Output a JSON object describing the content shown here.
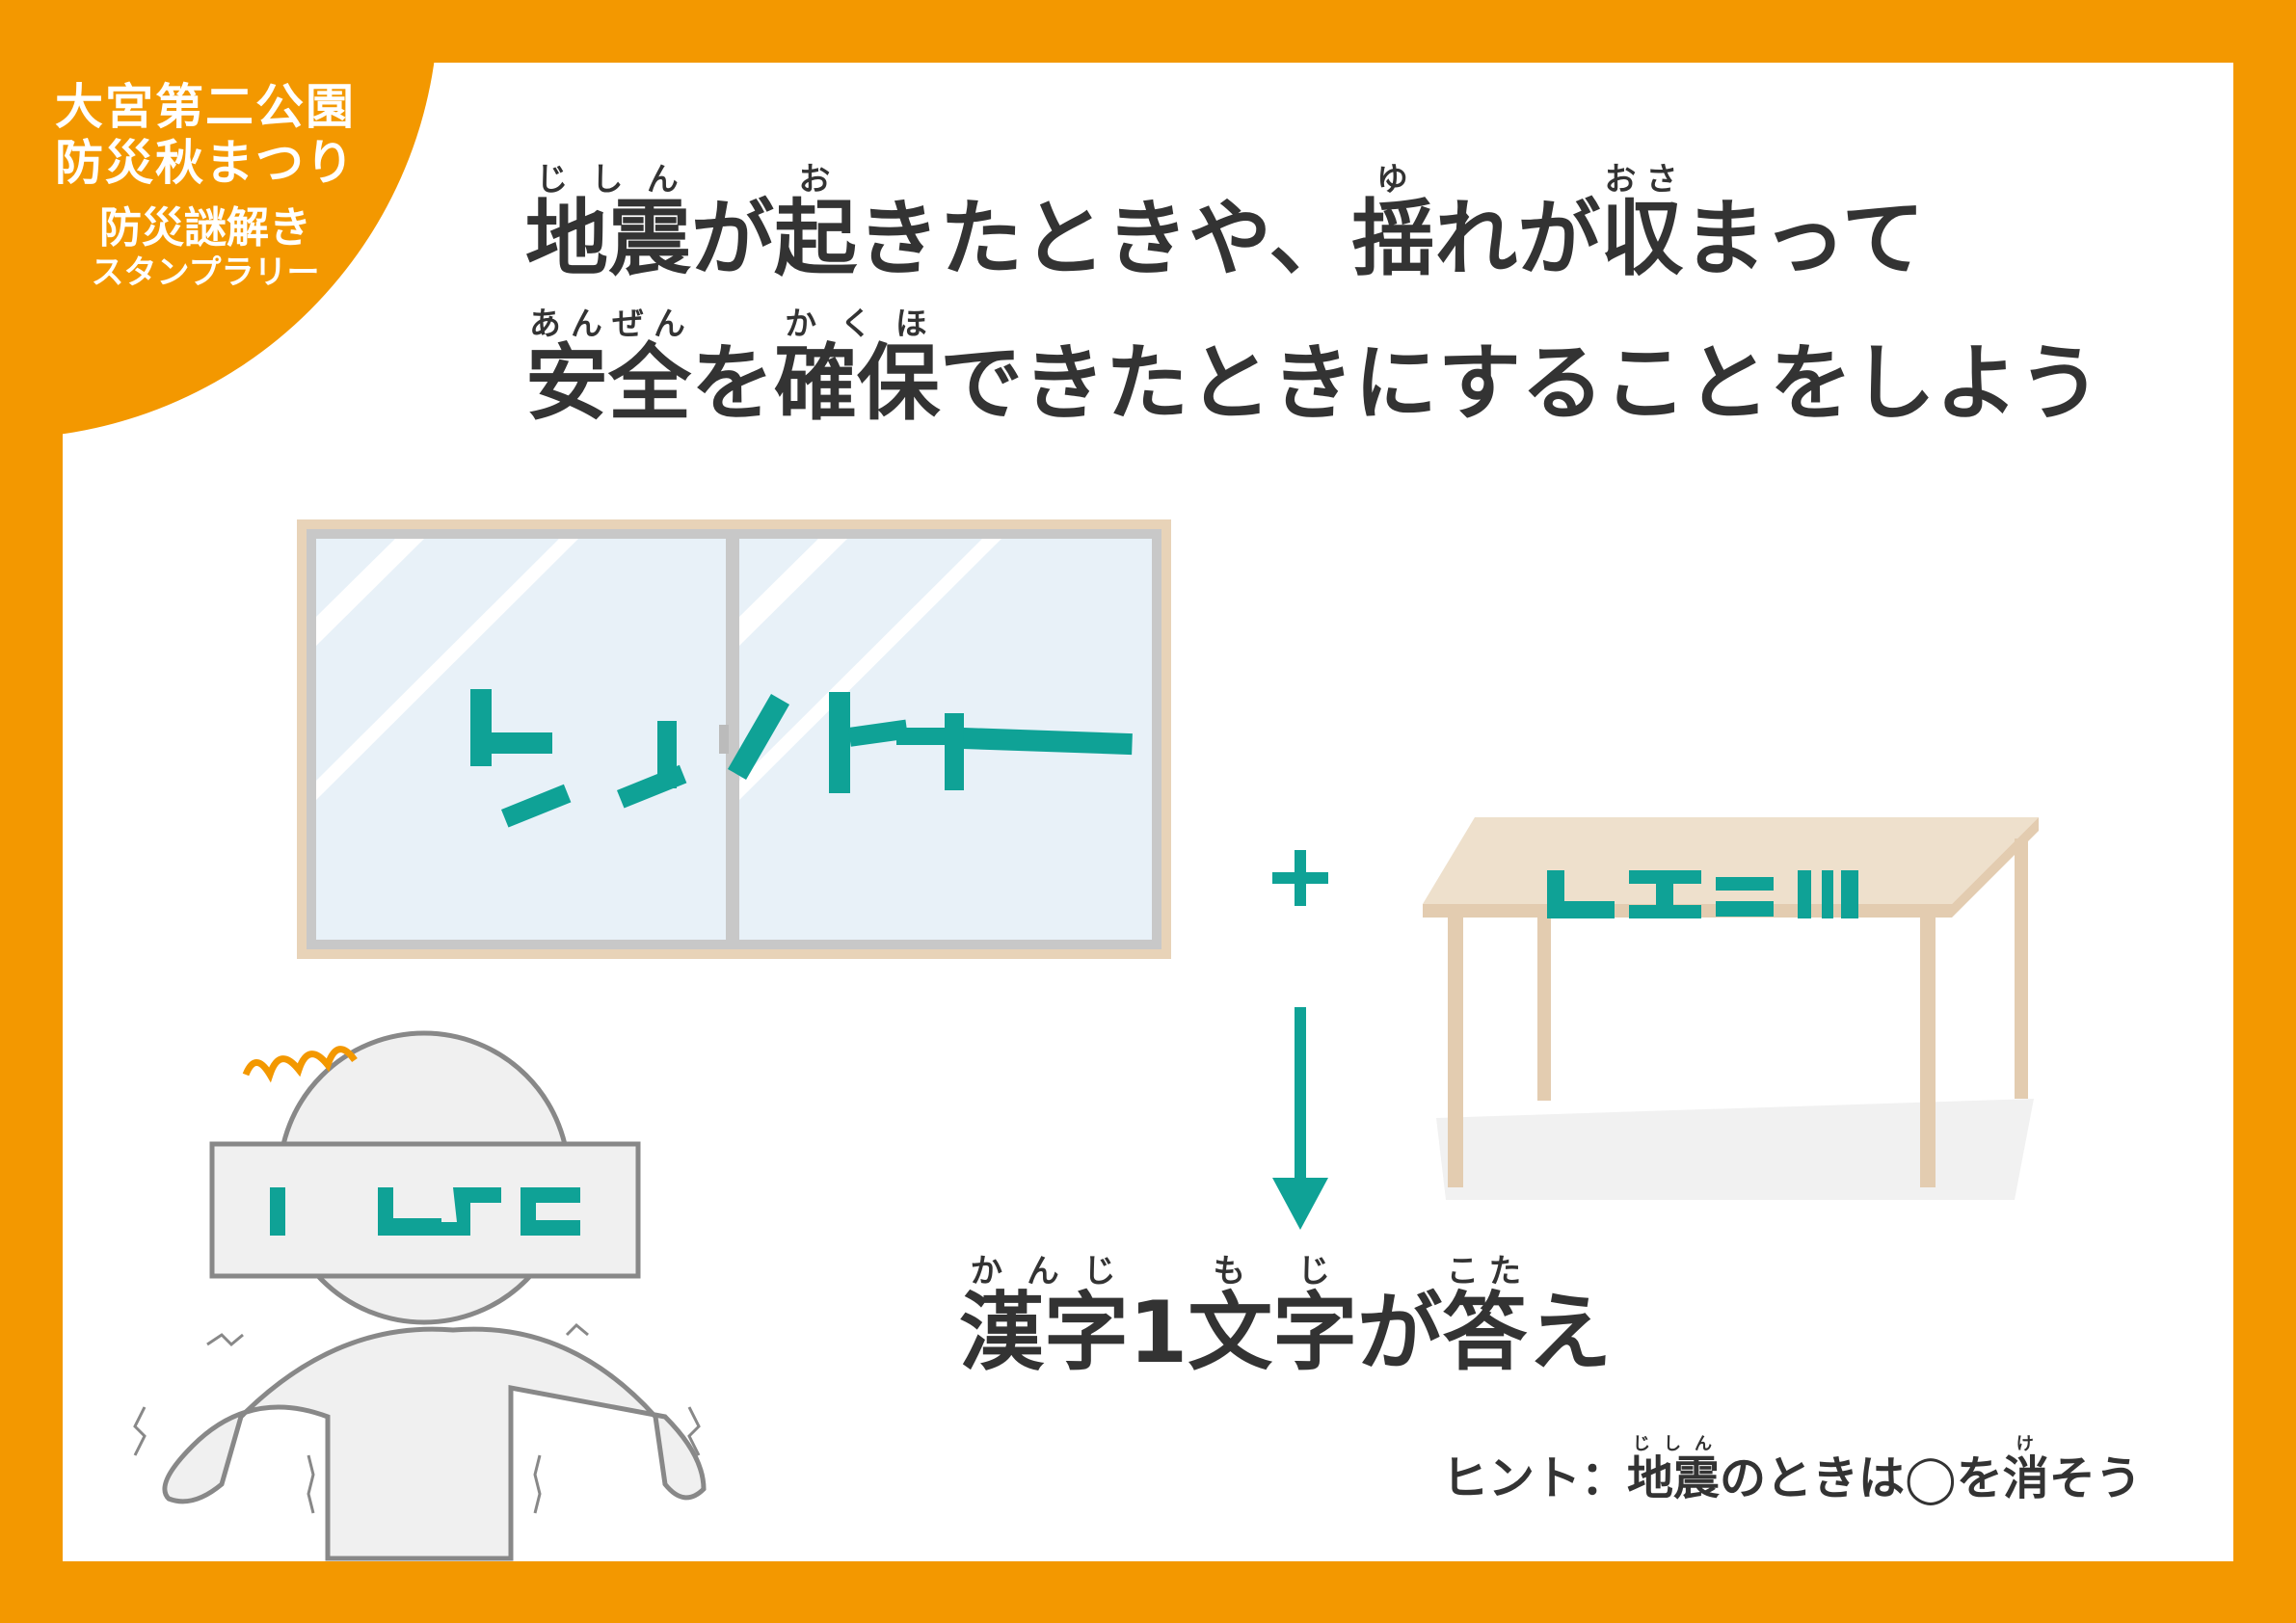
{
  "logo": {
    "line1": "大宮第二公園",
    "line2": "防災秋まつり",
    "line3": "防災謎解き",
    "line4": "スタンプラリー"
  },
  "question": {
    "line1": [
      {
        "t": "地震",
        "r": "じしん"
      },
      {
        "t": "が"
      },
      {
        "t": "起",
        "r": "お"
      },
      {
        "t": "きたときや、"
      },
      {
        "t": "揺",
        "r": "ゆ"
      },
      {
        "t": "れが"
      },
      {
        "t": "収",
        "r": "おさ"
      },
      {
        "t": "まって"
      }
    ],
    "line2": [
      {
        "t": "安全",
        "r": "あんぜん"
      },
      {
        "t": "を"
      },
      {
        "t": "確保",
        "r": "かくほ"
      },
      {
        "t": "できたときにすることをしよう"
      }
    ]
  },
  "answer": [
    {
      "t": "漢字",
      "r": "かんじ"
    },
    {
      "t": "1"
    },
    {
      "t": "文字",
      "r": "もじ"
    },
    {
      "t": "が"
    },
    {
      "t": "答",
      "r": "こた"
    },
    {
      "t": "え"
    }
  ],
  "hint": [
    {
      "t": "ヒント："
    },
    {
      "t": "地震",
      "r": "じしん"
    },
    {
      "t": "のときは◯を"
    },
    {
      "t": "消",
      "r": "け"
    },
    {
      "t": "そう"
    }
  ],
  "colors": {
    "orange": "#f39800",
    "teal": "#0fa296",
    "text": "#333333"
  }
}
